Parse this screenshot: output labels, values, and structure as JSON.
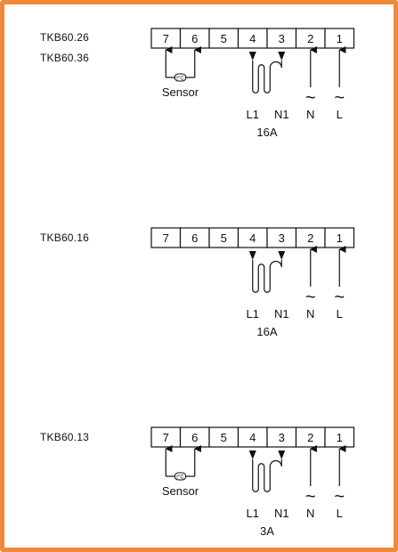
{
  "sections": [
    {
      "models": [
        "TKB60.26",
        "TKB60.36"
      ],
      "terminals": [
        "7",
        "6",
        "5",
        "4",
        "3",
        "2",
        "1"
      ],
      "sensor_label": "Sensor",
      "sensor_symbol": "t°C",
      "tilde": "~",
      "load_labels": [
        "L1",
        "N1"
      ],
      "supply_labels": [
        "N",
        "L"
      ],
      "rating": "16A"
    },
    {
      "models": [
        "TKB60.16"
      ],
      "terminals": [
        "7",
        "6",
        "5",
        "4",
        "3",
        "2",
        "1"
      ],
      "tilde": "~",
      "load_labels": [
        "L1",
        "N1"
      ],
      "supply_labels": [
        "N",
        "L"
      ],
      "rating": "16A"
    },
    {
      "models": [
        "TKB60.13"
      ],
      "terminals": [
        "7",
        "6",
        "5",
        "4",
        "3",
        "2",
        "1"
      ],
      "sensor_label": "Sensor",
      "sensor_symbol": "t°C",
      "tilde": "~",
      "load_labels": [
        "L1",
        "N1"
      ],
      "supply_labels": [
        "N",
        "L"
      ],
      "rating": "3A"
    }
  ]
}
